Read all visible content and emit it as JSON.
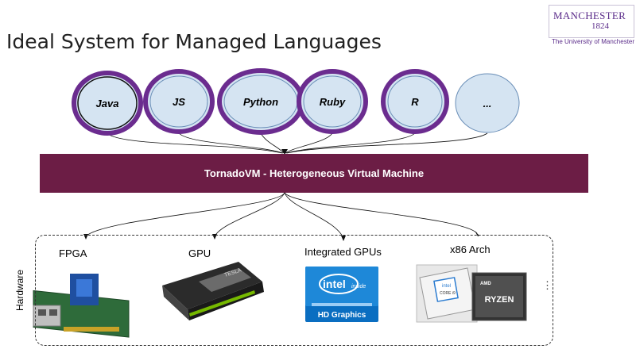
{
  "slide": {
    "title": "Ideal System for Managed Languages",
    "logo": {
      "name": "MANCHESTER",
      "year": "1824",
      "university": "The University of Manchester"
    }
  },
  "languages": [
    {
      "label": "Java",
      "highlighted": true
    },
    {
      "label": "JS",
      "highlighted": true
    },
    {
      "label": "Python",
      "highlighted": true
    },
    {
      "label": "Ruby",
      "highlighted": true
    },
    {
      "label": "R",
      "highlighted": true
    },
    {
      "label": "...",
      "highlighted": false
    }
  ],
  "vm": {
    "label": "TornadoVM - Heterogeneous Virtual Machine"
  },
  "hardware": {
    "section_label": "Hardware",
    "items": [
      {
        "label": "FPGA",
        "icon": "fpga-board-icon"
      },
      {
        "label": "GPU",
        "icon": "gpu-card-icon"
      },
      {
        "label": "Integrated GPUs",
        "icon": "intel-hd-graphics-icon",
        "badge_brand": "intel",
        "badge_sub": "inside",
        "badge_text": "HD Graphics"
      },
      {
        "label": "x86 Arch",
        "icon": "cpu-chips-icon",
        "chip1": "intel",
        "chip1_sub": "CORE i9",
        "chip2_brand": "AMD",
        "chip2": "RYZEN"
      }
    ],
    "more": "⋮",
    "gpu_brand": "TESLA"
  },
  "colors": {
    "accent": "#6b2c8f",
    "vm_bar": "#6c1d45",
    "bubble": "#d5e4f2"
  }
}
